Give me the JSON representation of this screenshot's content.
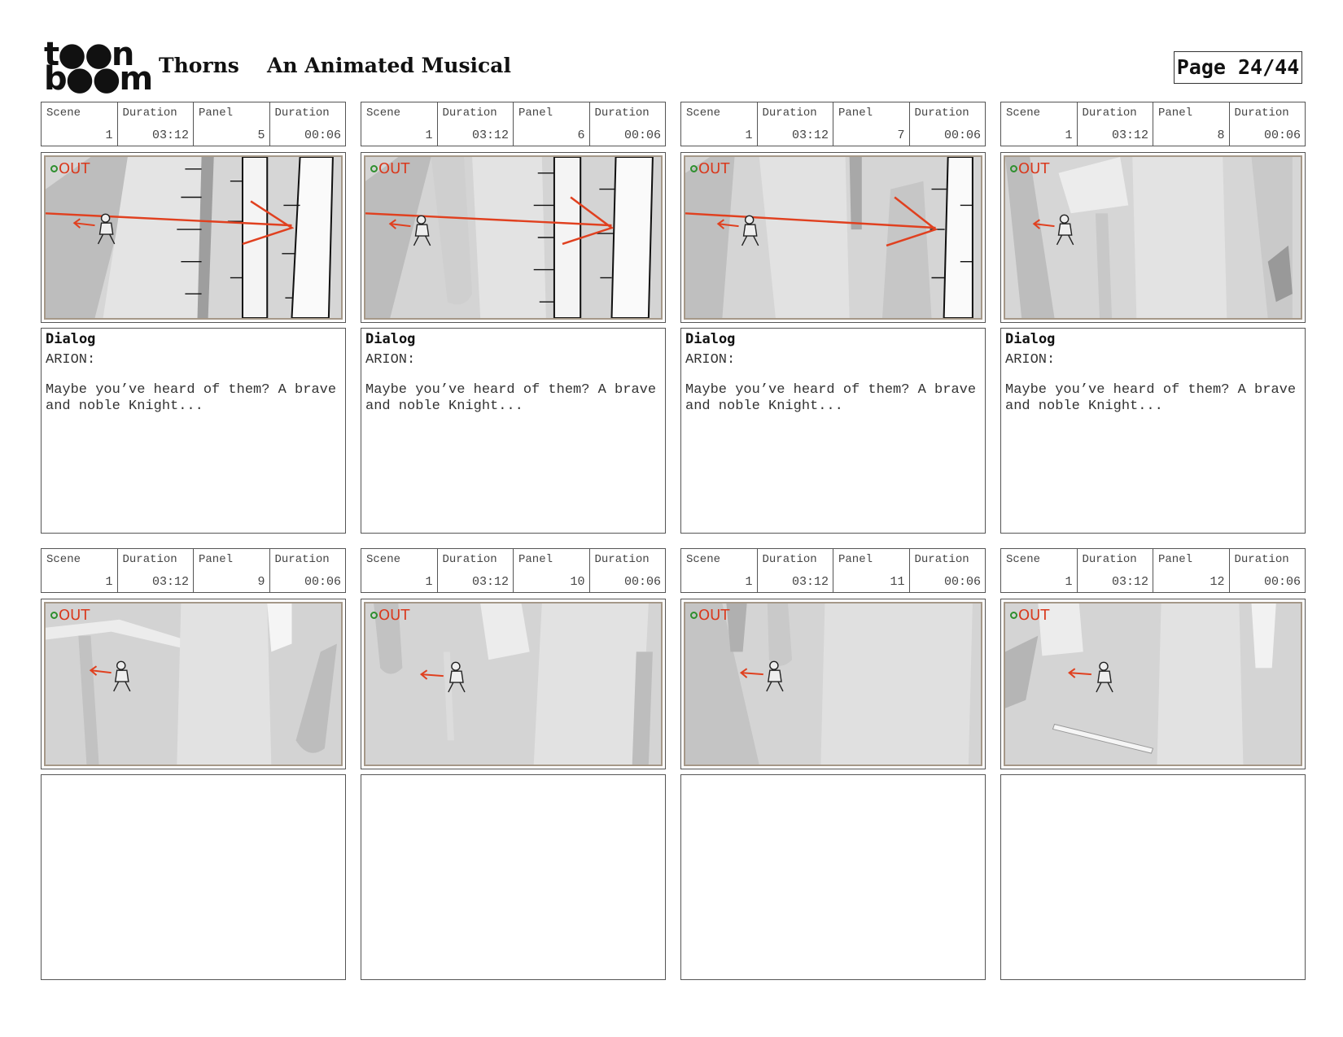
{
  "header": {
    "logo_top": "t●●n",
    "logo_bottom": "b●●m",
    "project": "Thorns",
    "subtitle": "An Animated Musical",
    "page": "Page 24/44"
  },
  "labels": {
    "scene": "Scene",
    "duration": "Duration",
    "panel": "Panel",
    "out": "OUT",
    "dialog": "Dialog"
  },
  "panels": [
    {
      "scene": "1",
      "scene_duration": "03:12",
      "panel": "5",
      "panel_duration": "00:06",
      "dialog": {
        "speaker": "ARION:",
        "line": "Maybe you’ve heard of them? A brave and noble Knight..."
      }
    },
    {
      "scene": "1",
      "scene_duration": "03:12",
      "panel": "6",
      "panel_duration": "00:06",
      "dialog": {
        "speaker": "ARION:",
        "line": "Maybe you’ve heard of them? A brave and noble Knight..."
      }
    },
    {
      "scene": "1",
      "scene_duration": "03:12",
      "panel": "7",
      "panel_duration": "00:06",
      "dialog": {
        "speaker": "ARION:",
        "line": "Maybe you’ve heard of them? A brave and noble Knight..."
      }
    },
    {
      "scene": "1",
      "scene_duration": "03:12",
      "panel": "8",
      "panel_duration": "00:06",
      "dialog": {
        "speaker": "ARION:",
        "line": "Maybe you’ve heard of them? A brave and noble Knight..."
      }
    },
    {
      "scene": "1",
      "scene_duration": "03:12",
      "panel": "9",
      "panel_duration": "00:06"
    },
    {
      "scene": "1",
      "scene_duration": "03:12",
      "panel": "10",
      "panel_duration": "00:06"
    },
    {
      "scene": "1",
      "scene_duration": "03:12",
      "panel": "11",
      "panel_duration": "00:06"
    },
    {
      "scene": "1",
      "scene_duration": "03:12",
      "panel": "12",
      "panel_duration": "00:06"
    }
  ],
  "colors": {
    "arrow": "#e0401f",
    "out_text": "#d93a1e",
    "out_dot": "#2f8f2f",
    "frame_border": "#a59888"
  }
}
